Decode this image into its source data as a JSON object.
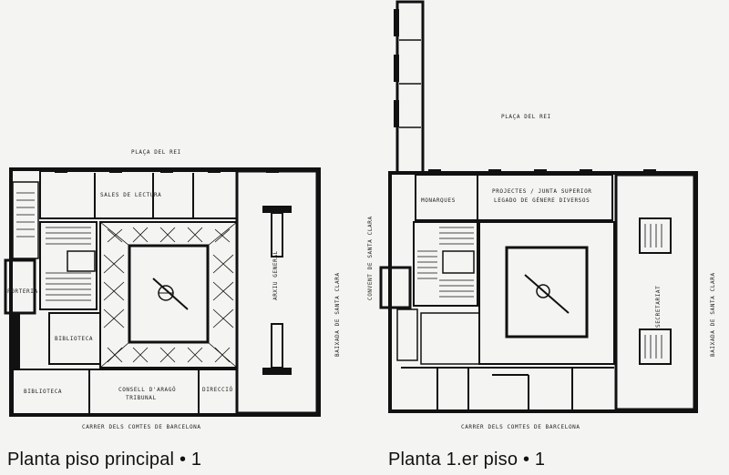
{
  "left_plan": {
    "caption": "Planta piso principal",
    "caption_mark": "• 1",
    "top_label": "PLAÇA DEL REI",
    "bottom_label": "CARRER DELS COMTES DE BARCELONA",
    "side_label": "BAIXADA DE SANTA CLARA",
    "rooms": {
      "reading": "SALES DE LECTURA",
      "archive": "ARXIU GENERAL",
      "library_a": "BIBLIOTECA",
      "library_b": "BIBLIOTECA",
      "council": "CONSELL D'ARAGÓ",
      "council_sub": "TRIBUNAL",
      "office": "DIRECCIÓ",
      "small": "PORTERIA"
    }
  },
  "right_plan": {
    "caption": "Planta 1.er piso",
    "caption_mark": "• 1",
    "top_label": "PLAÇA DEL REI",
    "bottom_label": "CARRER DELS COMTES DE BARCELONA",
    "left_side_label": "CONVENT DE SANTA CLARA",
    "right_side_label": "BAIXADA DE SANTA CLARA",
    "rooms": {
      "monarchs": "MONARQUES",
      "projects": "PROJECTES / JUNTA SUPERIOR",
      "projects_sub": "LEGADO DE GÉNERE DIVERSOS",
      "secretary": "SECRETARIAT"
    }
  }
}
